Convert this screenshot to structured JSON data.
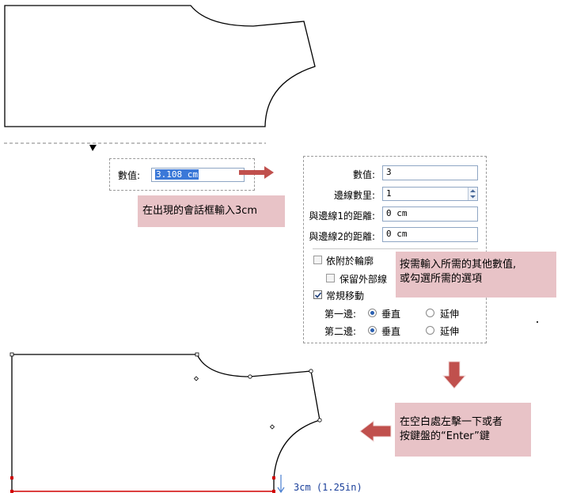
{
  "top_dialog": {
    "label": "數值:",
    "value": "3.108 cm"
  },
  "note1": "在出現的會話框輸入3cm",
  "panel": {
    "value_label": "數值:",
    "value": "3",
    "count_label": "邊線數里:",
    "count_value": "1",
    "dist1_label": "與邊線1的距離:",
    "dist1_value": "0 cm",
    "dist2_label": "與邊線2的距離:",
    "dist2_value": "0 cm",
    "attach_label": "依附於輪廓",
    "keep_outer_label": "保留外部線",
    "regular_move_label": "常規移動",
    "side1_label": "第一邊:",
    "side2_label": "第二邊:",
    "vertical_label": "垂直",
    "extend_label": "延伸"
  },
  "note2_line1": "按需輸入所需的其他數值,",
  "note2_line2": "或勾選所需的選項",
  "note3_line1": "在空白處左擊一下或者",
  "note3_line2": "按鍵盤的“Enter”鍵",
  "measure": "3cm (1.25in)",
  "colors": {
    "arrow": "#c0504d",
    "note_bg": "#e8c3c7",
    "edge_red": "#d00000"
  }
}
